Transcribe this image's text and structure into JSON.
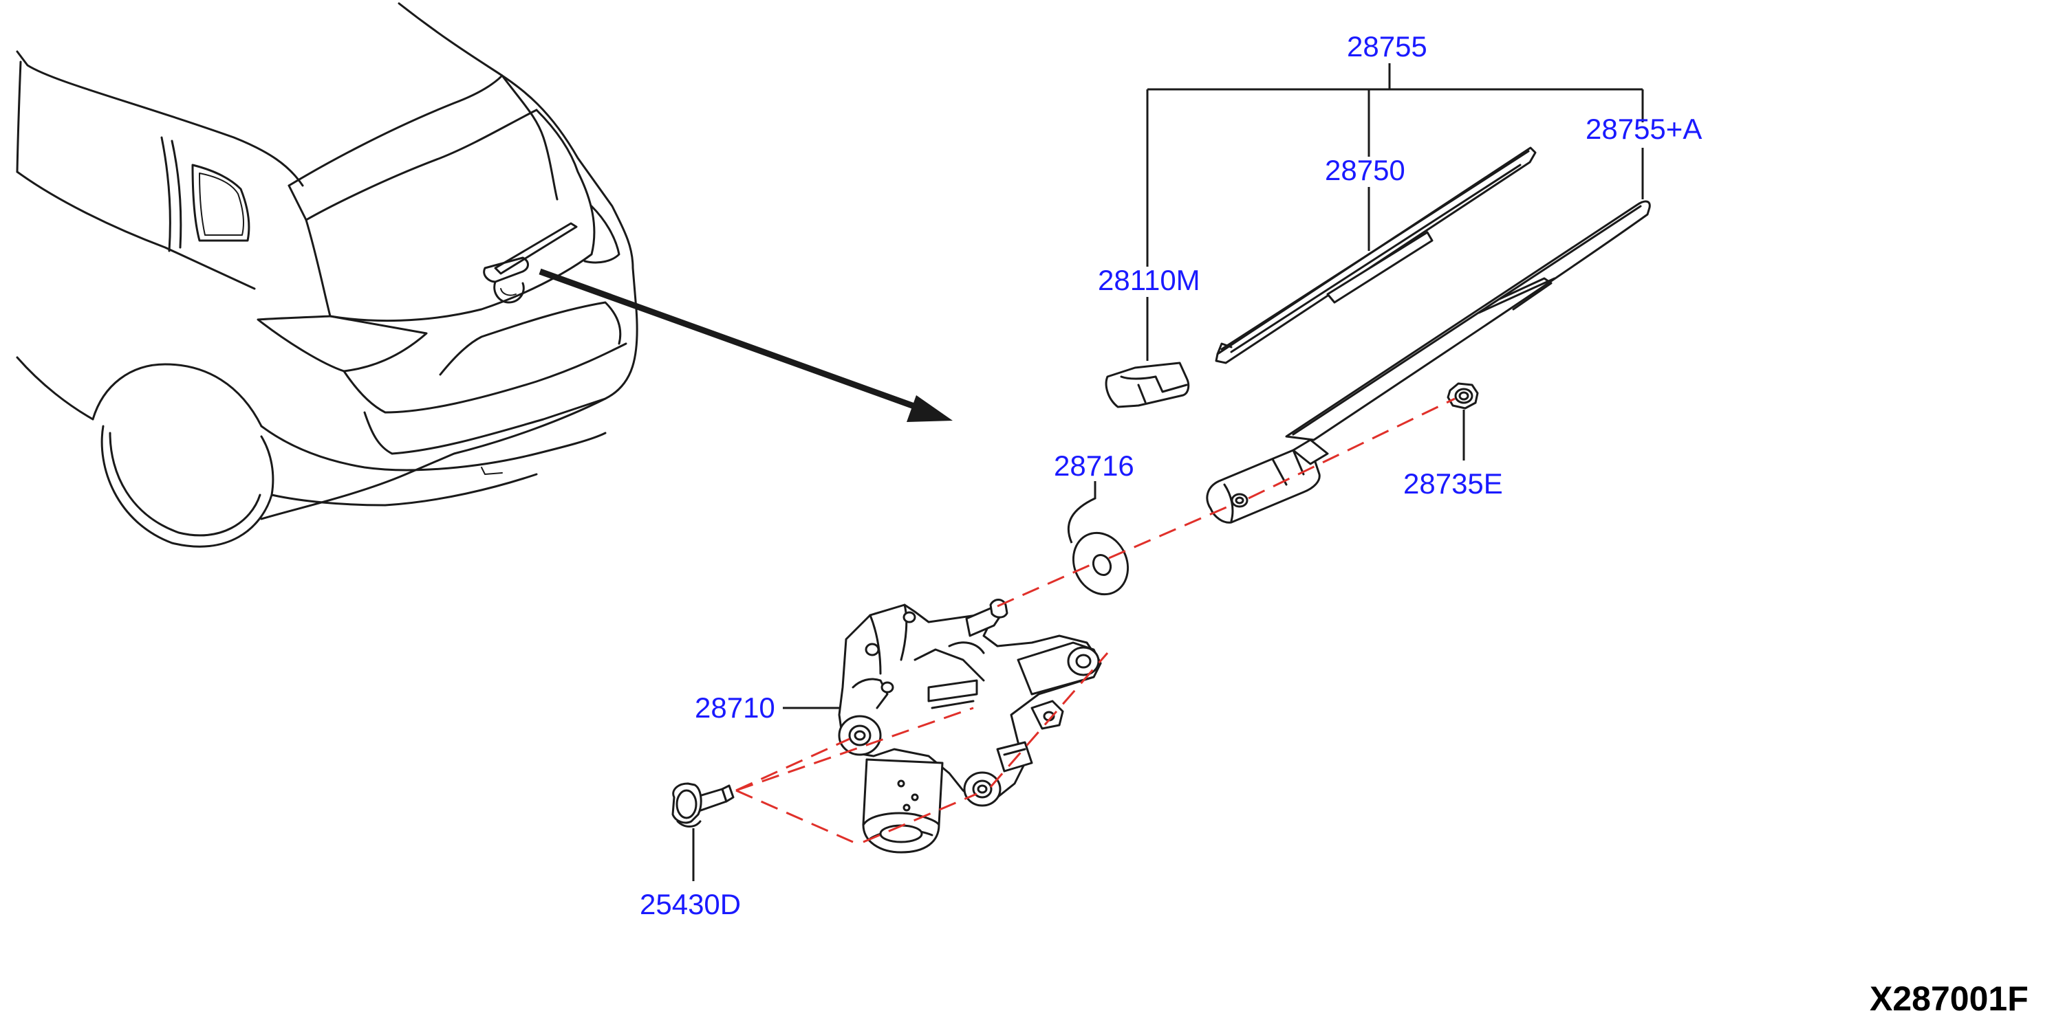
{
  "diagram": {
    "code": "X287001F",
    "parts": [
      {
        "id": "p28755",
        "label": "28755"
      },
      {
        "id": "p28755A",
        "label": "28755+A"
      },
      {
        "id": "p28750",
        "label": "28750"
      },
      {
        "id": "p28110M",
        "label": "28110M"
      },
      {
        "id": "p28716",
        "label": "28716"
      },
      {
        "id": "p28735E",
        "label": "28735E"
      },
      {
        "id": "p28710",
        "label": "28710"
      },
      {
        "id": "p25430D",
        "label": "25430D"
      }
    ]
  },
  "colors": {
    "label": "#1a1aff",
    "line": "#1a1a1a",
    "centerline": "#e0302a",
    "background": "#ffffff"
  }
}
